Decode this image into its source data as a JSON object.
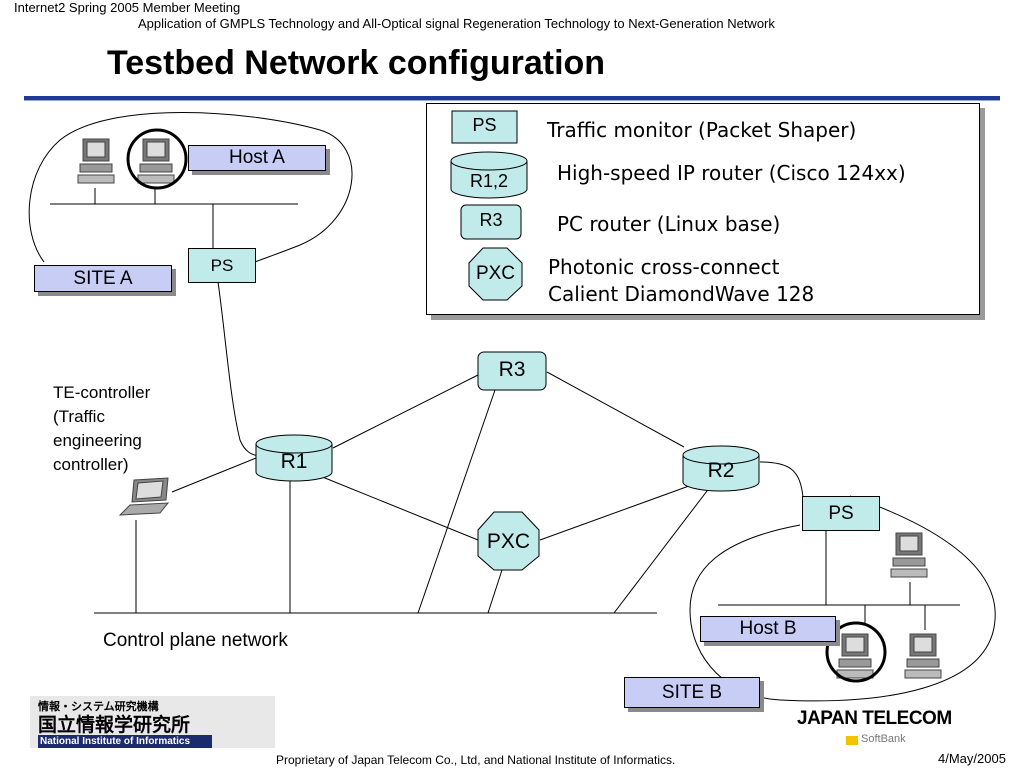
{
  "header": {
    "line1": "Internet2 Spring 2005 Member Meeting",
    "line2": "Application of GMPLS Technology and All-Optical signal Regeneration Technology to Next-Generation Network"
  },
  "title": "Testbed Network configuration",
  "legend": {
    "ps_symbol": "PS",
    "ps_text": "Traffic monitor (Packet Shaper)",
    "r12_symbol": "R1,2",
    "r12_text": "High-speed IP router (Cisco 124xx)",
    "r3_symbol": "R3",
    "r3_text": "PC router (Linux base)",
    "pxc_symbol": "PXC",
    "pxc_text1": "Photonic cross-connect",
    "pxc_text2": "Calient DiamondWave 128"
  },
  "nodes": {
    "host_a": "Host A",
    "site_a": "SITE A",
    "ps_a": "PS",
    "r1": "R1",
    "r2": "R2",
    "r3": "R3",
    "pxc": "PXC",
    "ps_b": "PS",
    "host_b": "Host B",
    "site_b": "SITE B"
  },
  "te_controller": {
    "line1": "TE-controller",
    "line2": "(Traffic",
    "line3": "engineering",
    "line4": "controller)"
  },
  "control_plane_label": "Control plane network",
  "footer": {
    "proprietary": "Proprietary of Japan Telecom Co., Ltd, and National Institute of Informatics.",
    "date": "4/May/2005"
  },
  "logos": {
    "nii_line1": "情報・システム研究機構",
    "nii_line2": "国立情報学研究所",
    "nii_line3": "National Institute of Informatics",
    "japan_telecom": "JAPAN TELECOM",
    "softbank": "SoftBank"
  },
  "colors": {
    "accent_rule": "#1f3a93",
    "site_box": "#c8cdf6",
    "device_fill": "#c0ebea"
  }
}
